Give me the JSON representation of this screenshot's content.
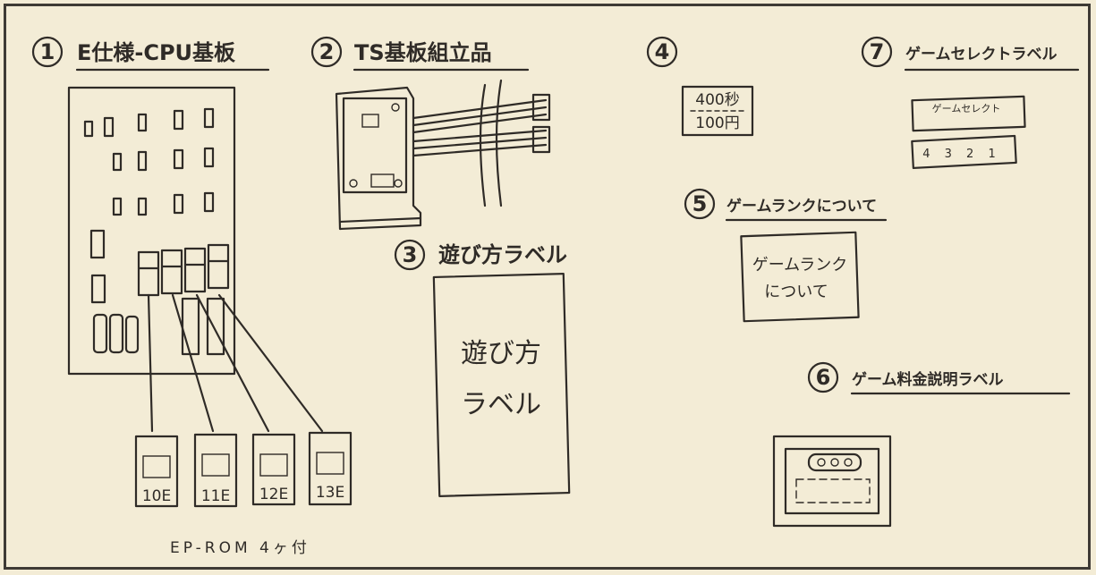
{
  "sections": [
    {
      "number": "1",
      "title": "E仕様-CPU基板"
    },
    {
      "number": "2",
      "title": "TS基板組立品"
    },
    {
      "number": "3",
      "title": "遊び方ラベル"
    },
    {
      "number": "4",
      "title": ""
    },
    {
      "number": "5",
      "title": "ゲームランクについて"
    },
    {
      "number": "6",
      "title": "ゲーム料金説明ラベル"
    },
    {
      "number": "7",
      "title": "ゲームセレクトラベル"
    }
  ],
  "eprom_chips": [
    "10E",
    "11E",
    "12E",
    "13E"
  ],
  "eprom_note": "EP-ROM 4ヶ付",
  "howto_label": {
    "line1": "遊び方",
    "line2": "ラベル"
  },
  "price_label": {
    "line1": "400秒",
    "line2": "100円"
  },
  "rank_label": {
    "line1": "ゲームランク",
    "line2": "について"
  },
  "select_label": {
    "top": "ゲームセレクト",
    "bottom": "4 3 2 1"
  }
}
